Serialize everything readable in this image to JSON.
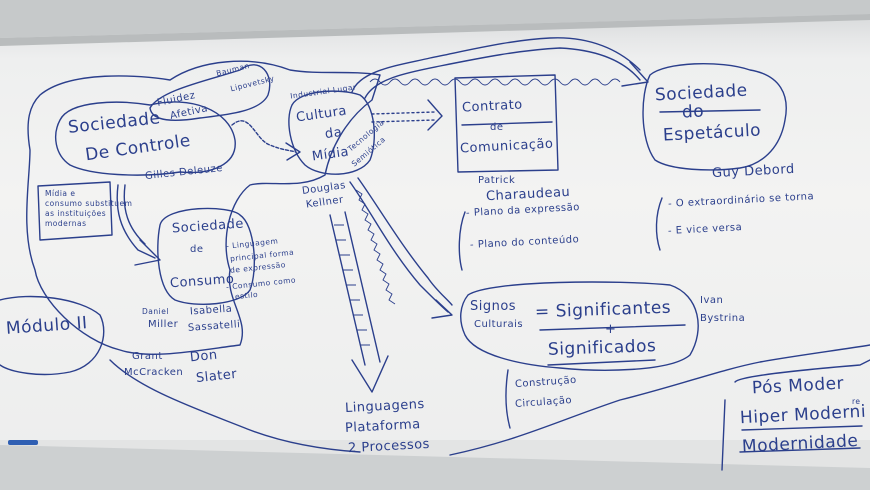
{
  "board": {
    "sociedade_controle": [
      "Sociedade",
      "De Controle"
    ],
    "fluidez": [
      "Fluidez",
      "Afetiva"
    ],
    "bauman": [
      "Bauman",
      "Lipovetsky"
    ],
    "gilles": "Gilles Deleuze",
    "cultura_midia": [
      "Cultura",
      "da",
      "Mídia"
    ],
    "industrial_lugar": "Industrial Lugar",
    "tecnologia": [
      "Tecnologia",
      "Semiótica"
    ],
    "douglas": [
      "Douglas",
      "Kellner"
    ],
    "contrato": [
      "Contrato",
      "de",
      "Comunicação"
    ],
    "patrick": [
      "Patrick",
      "Charaudeau"
    ],
    "plano_expressao": "- Plano da expressão",
    "plano_conteudo": "- Plano do conteúdo",
    "sociedade_espetaculo": [
      "Sociedade",
      "do",
      "Espetáculo"
    ],
    "guy": "Guy Debord",
    "extraordinario": "- O extraordinário se torna",
    "vice_versa": "- E vice versa",
    "midia_note": [
      "Mídia e",
      "consumo substituem",
      "as instituições",
      "modernas"
    ],
    "sociedade_consumo": [
      "Sociedade",
      "de",
      "Consumo"
    ],
    "consumo_notes": [
      "- Linguagem",
      "principal forma",
      "de expressão",
      "- Consumo como",
      "estilo"
    ],
    "daniel": [
      "Daniel",
      "Miller"
    ],
    "isabella": [
      "Isabella",
      "Sassatelli"
    ],
    "grant": [
      "Grant",
      "McCracken"
    ],
    "don": [
      "Don",
      "Slater"
    ],
    "modulo": "Módulo II",
    "signos": [
      "Signos",
      "Culturais"
    ],
    "significantes": "= Significantes",
    "plus": "+",
    "significados": "Significados",
    "ivan": [
      "Ivan",
      "Bystrina"
    ],
    "construcao": [
      "Construção",
      "Circulação"
    ],
    "linguagens": [
      "Linguagens",
      "Plataforma",
      "2 Processos"
    ],
    "pos": [
      "Pós Moder",
      "Hiper Moderni",
      "Modernidade"
    ],
    "pos_small": "re"
  },
  "colors": {
    "marker": "#2b3f8c",
    "board": "#f2f2f1",
    "tray": "#c9cccd"
  }
}
